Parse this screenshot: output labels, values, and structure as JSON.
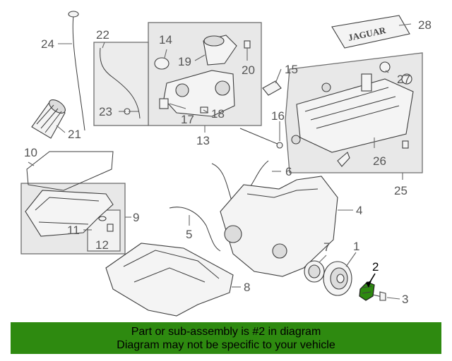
{
  "diagram": {
    "callouts": {
      "n1": "1",
      "n2": "2",
      "n3": "3",
      "n4": "4",
      "n5": "5",
      "n6": "6",
      "n7": "7",
      "n8": "8",
      "n9": "9",
      "n10": "10",
      "n11": "11",
      "n12": "12",
      "n13": "13",
      "n14": "14",
      "n15": "15",
      "n16": "16",
      "n17": "17",
      "n18": "18",
      "n19": "19",
      "n20": "20",
      "n21": "21",
      "n22": "22",
      "n23": "23",
      "n24": "24",
      "n25": "25",
      "n26": "26",
      "n27": "27",
      "n28": "28"
    },
    "logo_text": "JAGUAR",
    "highlight_part": "2",
    "highlight_color": "#2e8a10"
  },
  "banner": {
    "line1": "Part or sub-assembly is #2 in diagram",
    "line2": "Diagram may not be specific to your vehicle",
    "color": "#2e8a10"
  }
}
